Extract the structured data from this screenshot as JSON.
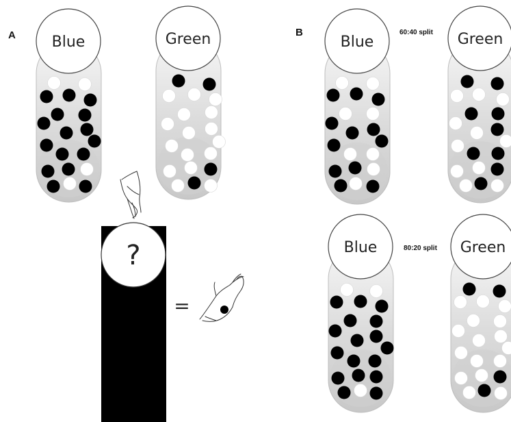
{
  "panel_a": {
    "letter": "A",
    "urn_blue_label": "Blue",
    "urn_green_label": "Green",
    "mystery_label": "?",
    "equals_sign": "="
  },
  "panel_b": {
    "letter": "B",
    "split_top": "60:40 split",
    "split_bottom": "80:20 split",
    "urn_blue_label": "Blue",
    "urn_green_label": "Green"
  },
  "colors": {
    "ball_dark": "#000000",
    "ball_light": "#ffffff",
    "mystery_urn": "#000000",
    "urn_gradient_top": "#f5f5f5",
    "urn_gradient_bottom": "#c9c9c9"
  },
  "icons": {
    "hand_reaching": "hand-reaching-icon",
    "hand_holding_ball": "hand-holding-ball-icon"
  }
}
